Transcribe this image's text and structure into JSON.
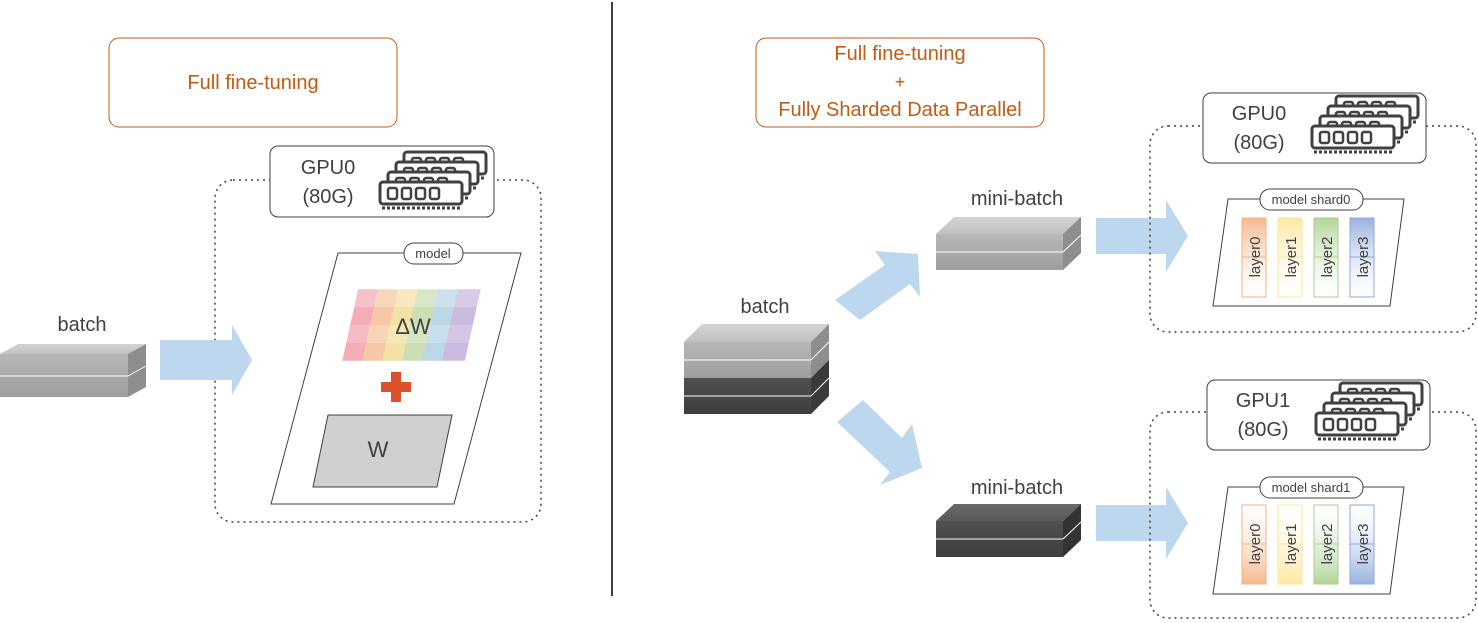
{
  "left": {
    "title": "Full fine-tuning",
    "gpu": {
      "name": "GPU0",
      "memory": "(80G)"
    },
    "batch_label": "batch",
    "model_label": "model",
    "delta_label": "ΔW",
    "weight_label": "W"
  },
  "right": {
    "title_lines": [
      "Full fine-tuning",
      "+",
      "Fully Sharded Data Parallel"
    ],
    "batch_label": "batch",
    "minibatch_label": "mini-batch",
    "gpus": [
      {
        "name": "GPU0",
        "memory": "(80G)",
        "shard_label": "model shard0"
      },
      {
        "name": "GPU1",
        "memory": "(80G)",
        "shard_label": "model shard1"
      }
    ],
    "layers": [
      "layer0",
      "layer1",
      "layer2",
      "layer3"
    ]
  },
  "colors": {
    "title_text": "#c55a11",
    "title_border": "#c55a11",
    "arrow": "#bdd7ee",
    "plus": "#e0502a",
    "text": "#404040",
    "layer_colors": [
      "#f4b183",
      "#ffe699",
      "#a9d18e",
      "#8faadc"
    ]
  }
}
